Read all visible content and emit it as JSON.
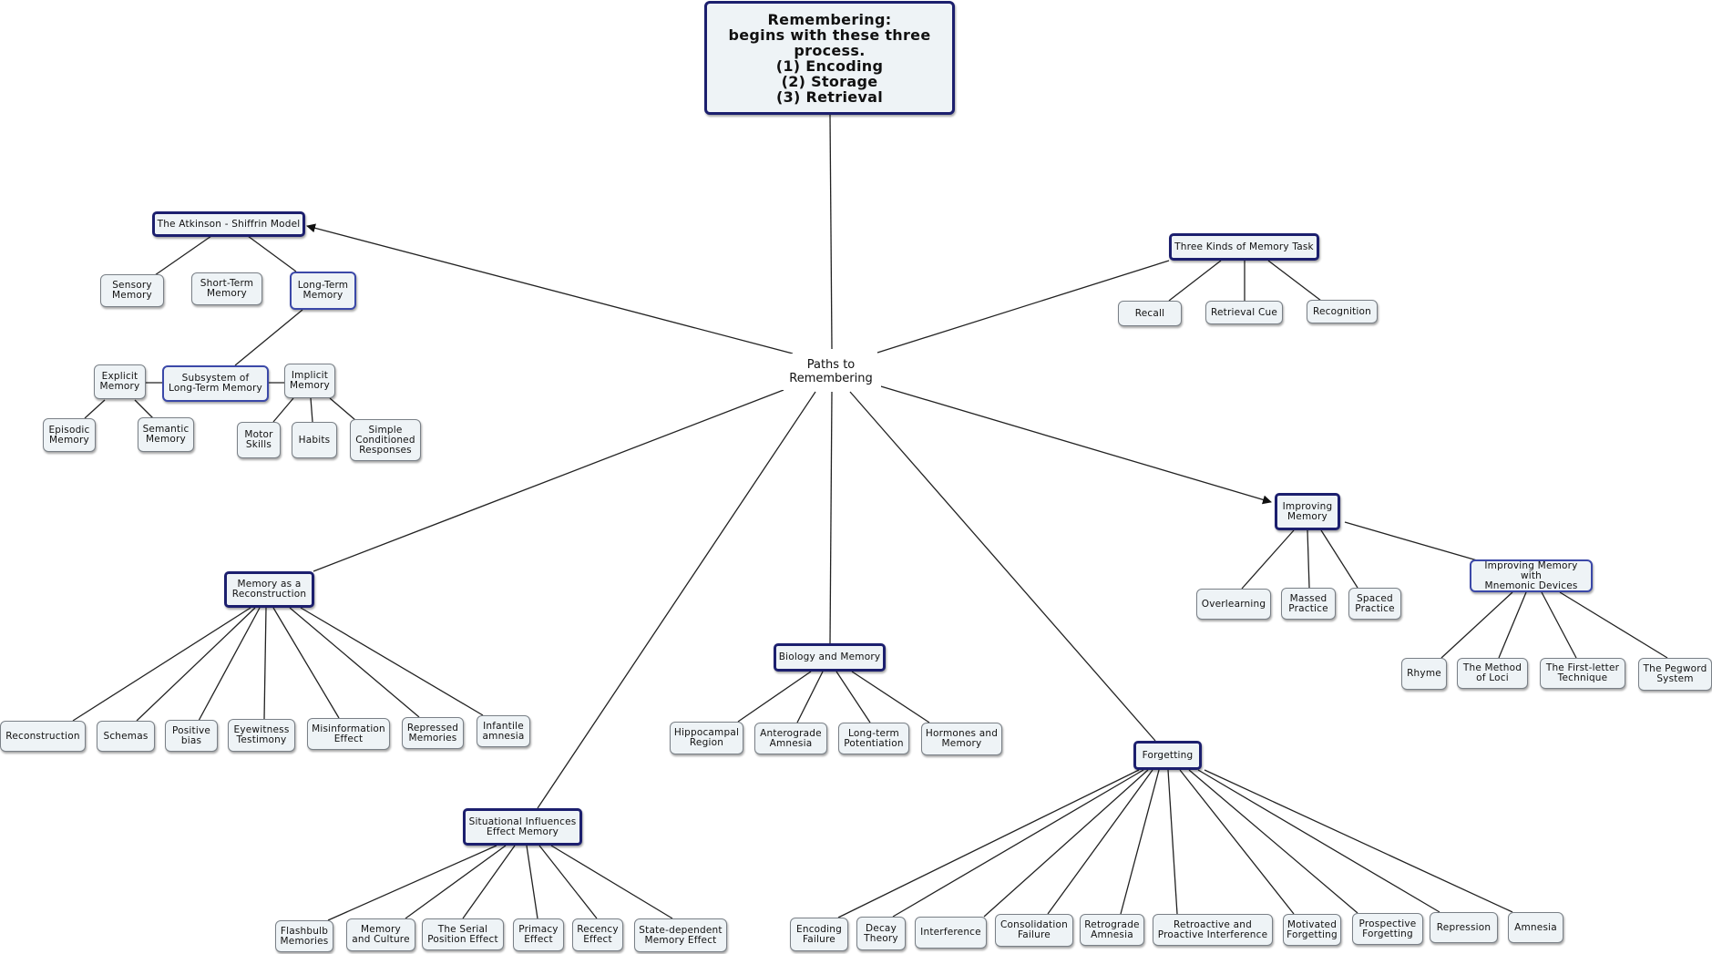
{
  "root": {
    "text": "Remembering:\nbegins with these three process.\n(1) Encoding\n(2) Storage\n(3) Retrieval"
  },
  "center": {
    "text": "Paths to\nRemembering"
  },
  "nodes": {
    "atkinson": "The Atkinson - Shiffrin Model",
    "sensory": "Sensory\nMemory",
    "short_term": "Short-Term\nMemory",
    "long_term": "Long-Term\nMemory",
    "subsystem": "Subsystem of\nLong-Term Memory",
    "explicit": "Explicit\nMemory",
    "implicit": "Implicit\nMemory",
    "episodic": "Episodic\nMemory",
    "semantic": "Semantic\nMemory",
    "motor": "Motor\nSkills",
    "habits": "Habits",
    "conditioned": "Simple\nConditioned\nResponses",
    "three_kinds": "Three Kinds of Memory Task",
    "recall": "Recall",
    "retrieval_cue": "Retrieval Cue",
    "recognition": "Recognition",
    "improving": "Improving\nMemory",
    "overlearning": "Overlearning",
    "massed": "Massed\nPractice",
    "spaced": "Spaced\nPractice",
    "mnemonic": "Improving Memory with\nMnemonic Devices",
    "rhyme": "Rhyme",
    "loci": "The Method\nof Loci",
    "first_letter": "The First-letter\nTechnique",
    "pegword": "The Pegword\nSystem",
    "reconstruction_hub": "Memory as a\nReconstruction",
    "reconstruction": "Reconstruction",
    "schemas": "Schemas",
    "positive_bias": "Positive\nbias",
    "eyewitness": "Eyewitness\nTestimony",
    "misinformation": "Misinformation\nEffect",
    "repressed": "Repressed\nMemories",
    "infantile": "Infantile\namnesia",
    "biology": "Biology and Memory",
    "hippocampal": "Hippocampal\nRegion",
    "anterograde": "Anterograde\nAmnesia",
    "ltp": "Long-term\nPotentiation",
    "hormones": "Hormones and\nMemory",
    "situational": "Situational Influences\nEffect Memory",
    "flashbulb": "Flashbulb\nMemories",
    "culture": "Memory\nand Culture",
    "serial": "The Serial\nPosition Effect",
    "primacy": "Primacy\nEffect",
    "recency": "Recency\nEffect",
    "state_dependent": "State-dependent\nMemory Effect",
    "forgetting": "Forgetting",
    "encoding_failure": "Encoding\nFailure",
    "decay": "Decay\nTheory",
    "interference": "Interference",
    "consolidation": "Consolidation\nFailure",
    "retrograde": "Retrograde\nAmnesia",
    "retroactive": "Retroactive and\nProactive Interference",
    "motivated": "Motivated\nForgetting",
    "prospective": "Prospective\nForgetting",
    "repression": "Repression",
    "amnesia": "Amnesia"
  }
}
